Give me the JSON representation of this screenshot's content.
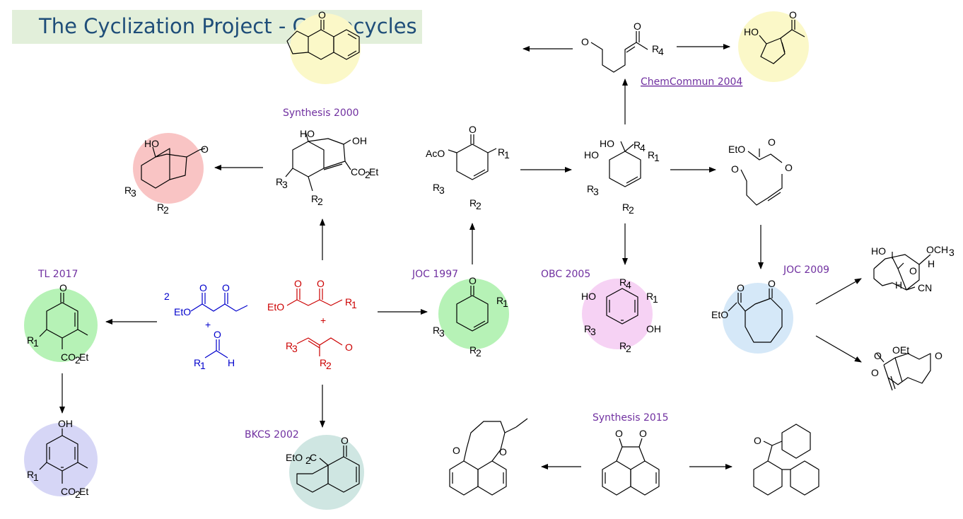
{
  "title": "The Cyclization Project - Carbocycles",
  "references": {
    "synthesis_2000": "Synthesis 2000",
    "chemcommun_2004": "ChemCommun 2004",
    "tl_2017": "TL 2017",
    "joc_1997": "JOC 1997",
    "obc_2005": "OBC 2005",
    "joc_2009": "JOC 2009",
    "bkcs_2002": "BKCS 2002",
    "synthesis_2015": "Synthesis 2015"
  },
  "reagents": {
    "coefficient": "2",
    "plus": "+",
    "eto": "EtO",
    "r1": "R",
    "r1_sub": "1",
    "h": "H",
    "o": "O"
  },
  "atoms": {
    "ho": "HO",
    "oh": "OH",
    "o": "O",
    "r": "R",
    "s1": "1",
    "s2": "2",
    "s3": "3",
    "s4": "4",
    "aco": "AcO",
    "eto": "EtO",
    "co2et_pre": "CO",
    "co2et_sub": "2",
    "co2et_post": "Et",
    "eto2c_pre": "EtO",
    "eto2c_sub": "2",
    "eto2c_post": "C",
    "och3": "OCH",
    "och3_sub": "3",
    "h": "H",
    "cn": "CN",
    "oet": "OEt"
  },
  "colors": {
    "title_bg": "#e2efda",
    "title_text": "#1f4e79",
    "reference": "#7030a0",
    "blue_reagent": "#0000cc",
    "red_reagent": "#cc0000",
    "yellow_highlight": "#fbf8c8",
    "red_highlight": "#f9c4c4",
    "green_highlight": "#b6f2b6",
    "pink_highlight": "#f6d2f4",
    "blue_highlight": "#d5e8f8",
    "purple_highlight": "#d6d6f6",
    "teal_highlight": "#cfe6e2"
  }
}
